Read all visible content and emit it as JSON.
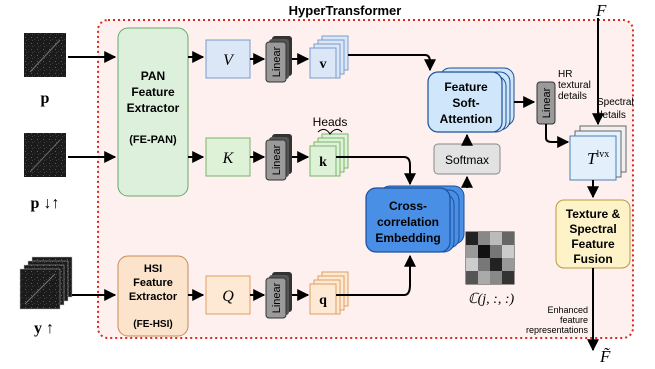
{
  "title": "HyperTransformer",
  "inputs": {
    "p_label": "p",
    "p_down_label": "p ↓↑",
    "y_label": "y ↑"
  },
  "blocks": {
    "fe_pan": [
      "PAN",
      "Feature",
      "Extractor",
      "(FE-PAN)"
    ],
    "fe_hsi": [
      "HSI",
      "Feature",
      "Extractor",
      "(FE-HSI)"
    ],
    "v": "V",
    "k": "K",
    "q": "Q",
    "linear": "Linear",
    "v_small": "v",
    "k_small": "k",
    "q_small": "q",
    "heads": "Heads",
    "cross_corr": [
      "Cross-",
      "correlation",
      "Embedding"
    ],
    "softmax": "Softmax",
    "soft_attention": [
      "Feature",
      "Soft-",
      "Attention"
    ],
    "hr_textural": [
      "HR",
      "textural",
      "details"
    ],
    "spectral": [
      "Spectral",
      "details"
    ],
    "t_lvx": "T",
    "t_lvx_sup": "lvx",
    "fusion": [
      "Texture &",
      "Spectral",
      "Feature",
      "Fusion"
    ],
    "corr_matrix_label": "ℂ(j, :, :)",
    "f_in": "F",
    "f_out": "F̃",
    "enhanced": [
      "Enhanced",
      "feature",
      "representations"
    ]
  },
  "colors": {
    "frame": "#e0261c",
    "frame_fill": "#fdf0ef",
    "pan_fill": "#dcf0dc",
    "v_fill": "#dbe6f7",
    "k_fill": "#def2d8",
    "hsi_fill": "#fce3cc",
    "q_fill": "#fde9d4",
    "cross_fill": "#4a8fe6",
    "attention_fill": "#cfe6fb",
    "fusion_fill": "#fdf2c8"
  }
}
